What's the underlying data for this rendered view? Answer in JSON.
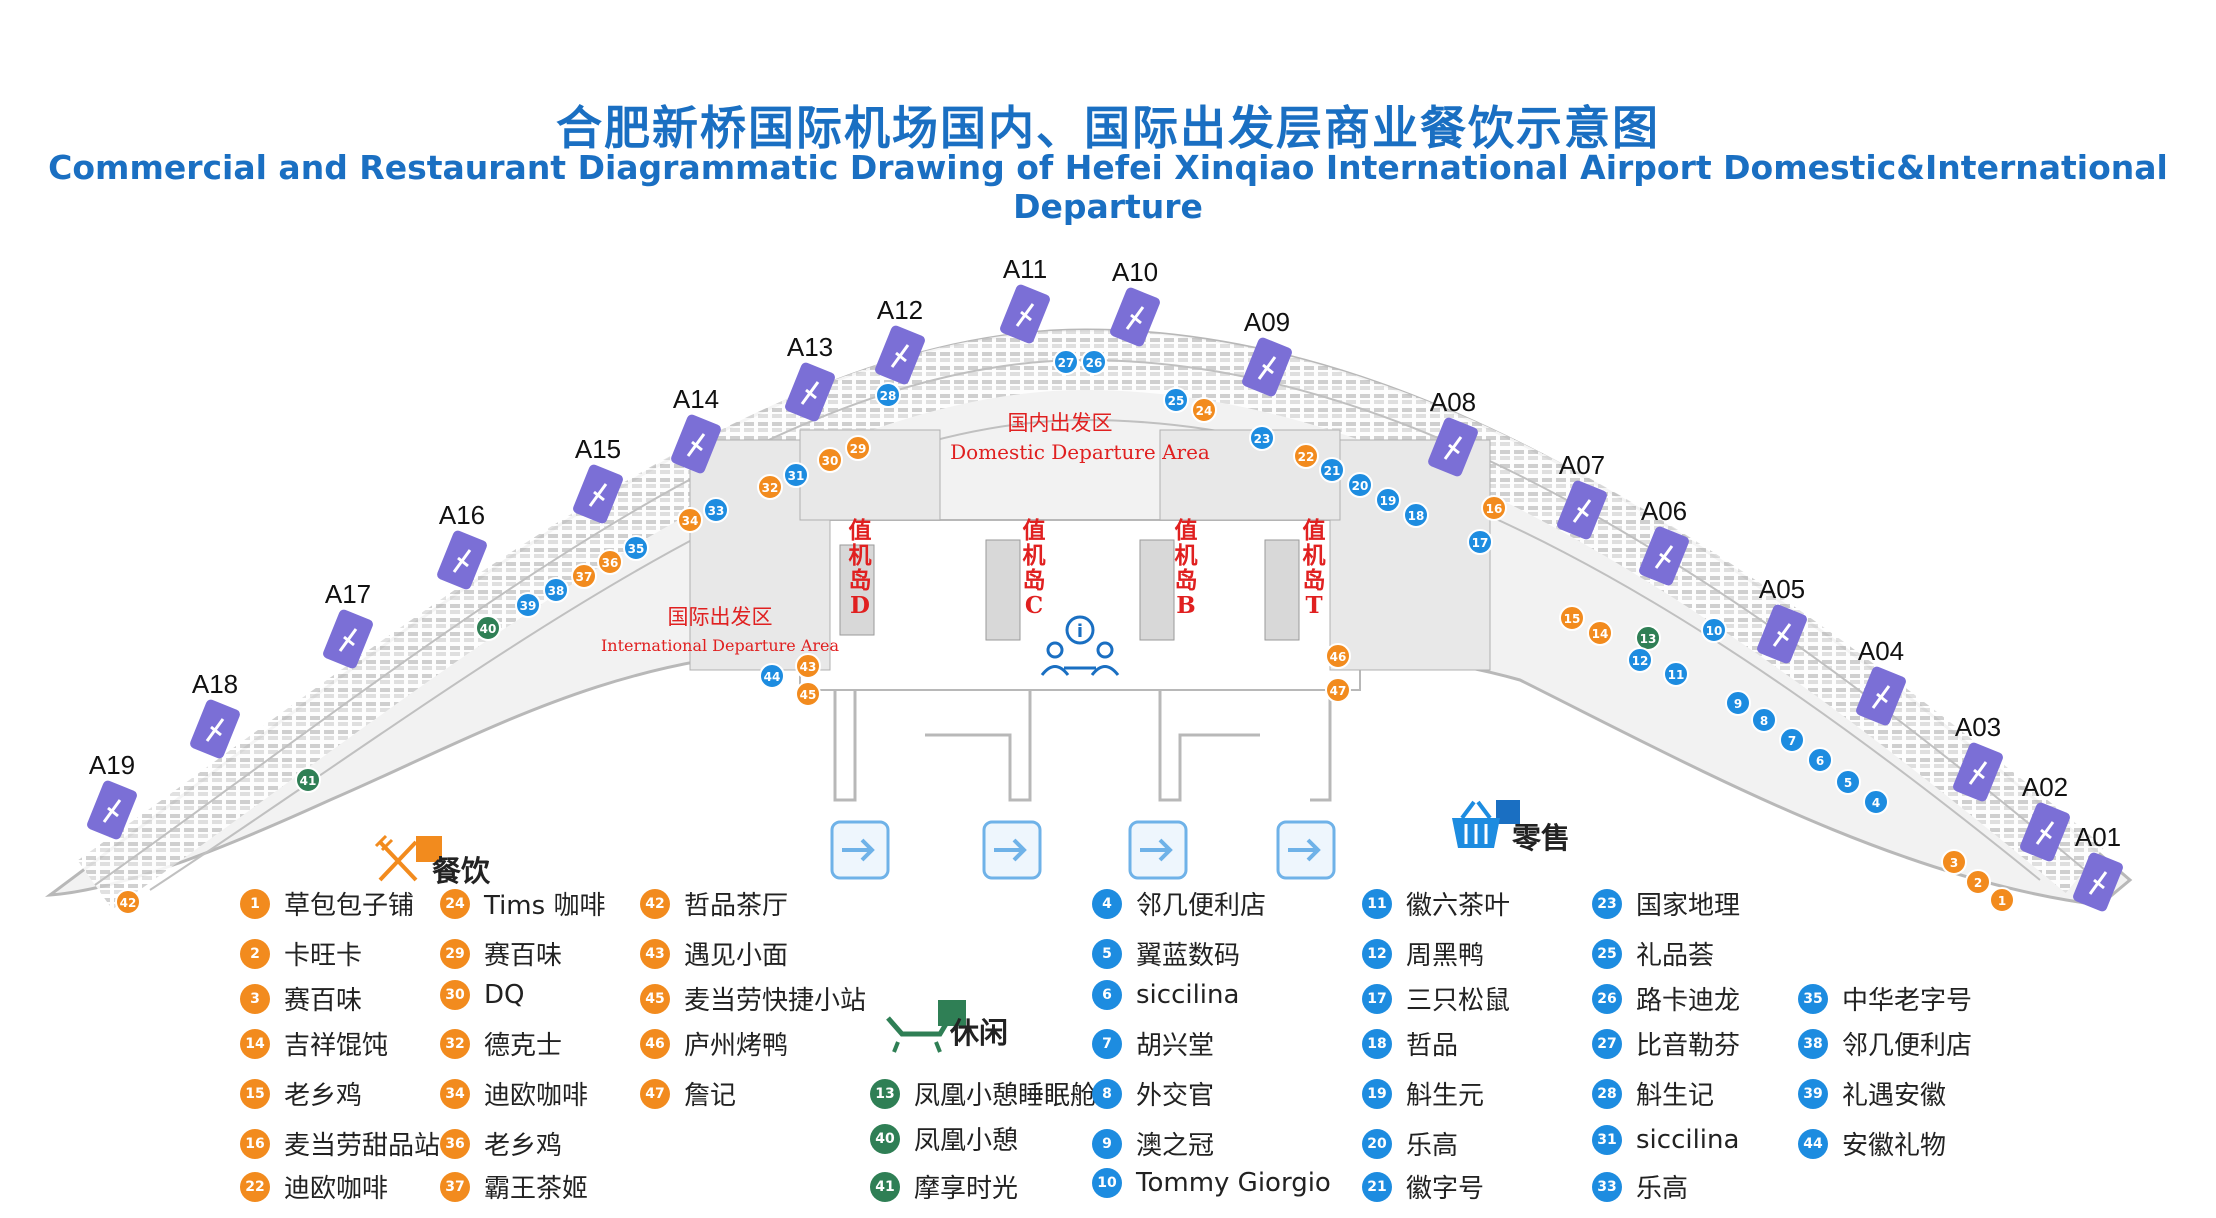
{
  "title": {
    "cn": "合肥新桥国际机场国内、国际出发层商业餐饮示意图",
    "en": "Commercial and Restaurant Diagrammatic Drawing of Hefei Xinqiao International Airport Domestic&International Departure"
  },
  "areas": {
    "domestic_cn": "国内出发区",
    "domestic_en": "Domestic Departure Area",
    "international_cn": "国际出发区",
    "international_en": "International Departure Area"
  },
  "checkin_islands": [
    "值机岛D",
    "值机岛C",
    "值机岛B",
    "值机岛T"
  ],
  "gates": [
    "A19",
    "A18",
    "A17",
    "A16",
    "A15",
    "A14",
    "A13",
    "A12",
    "A11",
    "A10",
    "A09",
    "A08",
    "A07",
    "A06",
    "A05",
    "A04",
    "A03",
    "A02",
    "A01"
  ],
  "colors": {
    "brand_blue": "#1a6fc2",
    "dining": "#f28b1e",
    "retail": "#1d8ce0",
    "leisure": "#2f7f55",
    "gate_purple": "#7b6fd6",
    "area_label_red": "#e02020"
  },
  "icons": {
    "dining": "fork-knife-icon",
    "retail": "shopping-basket-icon",
    "leisure": "lounge-chair-icon",
    "gate": "plane-ticket-icon",
    "info": "service-desk-icon",
    "entrance": "entrance-arrow-icon"
  },
  "legend": {
    "dining": {
      "title": "餐饮",
      "items": [
        {
          "num": "1",
          "name": "草包包子铺"
        },
        {
          "num": "2",
          "name": "卡旺卡"
        },
        {
          "num": "3",
          "name": "赛百味"
        },
        {
          "num": "14",
          "name": "吉祥馄饨"
        },
        {
          "num": "15",
          "name": "老乡鸡"
        },
        {
          "num": "16",
          "name": "麦当劳甜品站"
        },
        {
          "num": "22",
          "name": "迪欧咖啡"
        },
        {
          "num": "24",
          "name": "Tims 咖啡"
        },
        {
          "num": "29",
          "name": "赛百味"
        },
        {
          "num": "30",
          "name": "DQ"
        },
        {
          "num": "32",
          "name": "德克士"
        },
        {
          "num": "34",
          "name": "迪欧咖啡"
        },
        {
          "num": "36",
          "name": "老乡鸡"
        },
        {
          "num": "37",
          "name": "霸王茶姬"
        },
        {
          "num": "42",
          "name": "哲品茶厅"
        },
        {
          "num": "43",
          "name": "遇见小面"
        },
        {
          "num": "45",
          "name": "麦当劳快捷小站"
        },
        {
          "num": "46",
          "name": "庐州烤鸭"
        },
        {
          "num": "47",
          "name": "詹记"
        }
      ]
    },
    "leisure": {
      "title": "休闲",
      "items": [
        {
          "num": "13",
          "name": "凤凰小憩睡眠舱"
        },
        {
          "num": "40",
          "name": "凤凰小憩"
        },
        {
          "num": "41",
          "name": "摩享时光"
        }
      ]
    },
    "retail": {
      "title": "零售",
      "items": [
        {
          "num": "4",
          "name": "邻几便利店"
        },
        {
          "num": "5",
          "name": "翼蓝数码"
        },
        {
          "num": "6",
          "name": "siccilina"
        },
        {
          "num": "7",
          "name": "胡兴堂"
        },
        {
          "num": "8",
          "name": "外交官"
        },
        {
          "num": "9",
          "name": "澳之冠"
        },
        {
          "num": "10",
          "name": "Tommy Giorgio"
        },
        {
          "num": "11",
          "name": "徽六茶叶"
        },
        {
          "num": "12",
          "name": "周黑鸭"
        },
        {
          "num": "17",
          "name": "三只松鼠"
        },
        {
          "num": "18",
          "name": "哲品"
        },
        {
          "num": "19",
          "name": "斛生元"
        },
        {
          "num": "20",
          "name": "乐高"
        },
        {
          "num": "21",
          "name": "徽字号"
        },
        {
          "num": "23",
          "name": "国家地理"
        },
        {
          "num": "25",
          "name": "礼品荟"
        },
        {
          "num": "26",
          "name": "路卡迪龙"
        },
        {
          "num": "27",
          "name": "比音勒芬"
        },
        {
          "num": "28",
          "name": "斛生记"
        },
        {
          "num": "31",
          "name": "siccilina"
        },
        {
          "num": "33",
          "name": "乐高"
        },
        {
          "num": "35",
          "name": "中华老字号"
        },
        {
          "num": "38",
          "name": "邻几便利店"
        },
        {
          "num": "39",
          "name": "礼遇安徽"
        },
        {
          "num": "44",
          "name": "安徽礼物"
        }
      ]
    }
  },
  "map_markers": [
    {
      "num": "42",
      "cat": "dining"
    },
    {
      "num": "41",
      "cat": "leisure"
    },
    {
      "num": "40",
      "cat": "leisure"
    },
    {
      "num": "39",
      "cat": "retail"
    },
    {
      "num": "38",
      "cat": "retail"
    },
    {
      "num": "37",
      "cat": "dining"
    },
    {
      "num": "36",
      "cat": "dining"
    },
    {
      "num": "35",
      "cat": "retail"
    },
    {
      "num": "34",
      "cat": "dining"
    },
    {
      "num": "33",
      "cat": "retail"
    },
    {
      "num": "32",
      "cat": "dining"
    },
    {
      "num": "31",
      "cat": "retail"
    },
    {
      "num": "30",
      "cat": "dining"
    },
    {
      "num": "29",
      "cat": "dining"
    },
    {
      "num": "28",
      "cat": "retail"
    },
    {
      "num": "27",
      "cat": "retail"
    },
    {
      "num": "26",
      "cat": "retail"
    },
    {
      "num": "25",
      "cat": "retail"
    },
    {
      "num": "24",
      "cat": "dining"
    },
    {
      "num": "23",
      "cat": "retail"
    },
    {
      "num": "22",
      "cat": "dining"
    },
    {
      "num": "21",
      "cat": "retail"
    },
    {
      "num": "20",
      "cat": "retail"
    },
    {
      "num": "19",
      "cat": "retail"
    },
    {
      "num": "18",
      "cat": "retail"
    },
    {
      "num": "16",
      "cat": "dining"
    },
    {
      "num": "17",
      "cat": "retail"
    },
    {
      "num": "15",
      "cat": "dining"
    },
    {
      "num": "14",
      "cat": "dining"
    },
    {
      "num": "13",
      "cat": "leisure"
    },
    {
      "num": "12",
      "cat": "retail"
    },
    {
      "num": "11",
      "cat": "retail"
    },
    {
      "num": "10",
      "cat": "retail"
    },
    {
      "num": "9",
      "cat": "retail"
    },
    {
      "num": "8",
      "cat": "retail"
    },
    {
      "num": "7",
      "cat": "retail"
    },
    {
      "num": "6",
      "cat": "retail"
    },
    {
      "num": "5",
      "cat": "retail"
    },
    {
      "num": "4",
      "cat": "retail"
    },
    {
      "num": "3",
      "cat": "dining"
    },
    {
      "num": "2",
      "cat": "dining"
    },
    {
      "num": "1",
      "cat": "dining"
    },
    {
      "num": "44",
      "cat": "retail"
    },
    {
      "num": "43",
      "cat": "dining"
    },
    {
      "num": "45",
      "cat": "dining"
    },
    {
      "num": "46",
      "cat": "dining"
    },
    {
      "num": "47",
      "cat": "dining"
    }
  ]
}
